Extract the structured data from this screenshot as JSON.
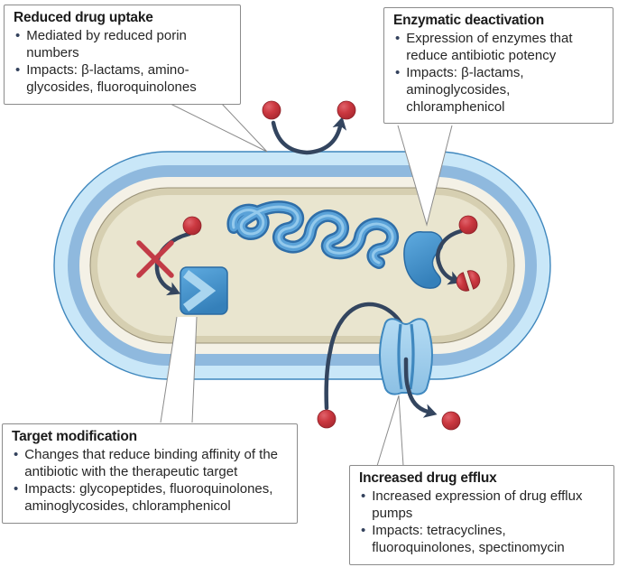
{
  "ui": {
    "bullet_char": "•"
  },
  "boxes": {
    "reduced_uptake": {
      "title": "Reduced drug uptake",
      "bullets": [
        "Mediated by reduced porin numbers",
        "Impacts: β-lactams, amino-glycosides, fluoroquinolones"
      ]
    },
    "enzymatic_deactivation": {
      "title": "Enzymatic deactivation",
      "bullets": [
        "Expression of enzymes that reduce antibiotic potency",
        "Impacts: β-lactams, aminoglycosides, chloramphenicol"
      ]
    },
    "target_modification": {
      "title": "Target modification",
      "bullets": [
        "Changes that reduce binding affinity of the antibiotic with the therapeutic target",
        "Impacts: glycopeptides, fluoroquinolones, aminoglycosides, chloramphenicol"
      ]
    },
    "increased_efflux": {
      "title": "Increased drug efflux",
      "bullets": [
        "Increased expression of drug efflux pumps",
        "Impacts: tetracyclines, fluoroquinolones, spectinomycin"
      ]
    }
  },
  "colors": {
    "outer_membrane": "#c9e7f8",
    "membrane_band": "#8fb9de",
    "periplasm": "#f4f1e6",
    "cytoplasm": "#e9e5cf",
    "cytoplasm_rim": "#d6cfb1",
    "drug_red": "#c9353d",
    "protein_blue": "#4596cf",
    "protein_blue_light": "#a9d4ef",
    "arrow_navy": "#33455f",
    "cross_red": "#c23b47",
    "bullet_dot": "#33415c",
    "callout_line": "#8b8b8b"
  }
}
